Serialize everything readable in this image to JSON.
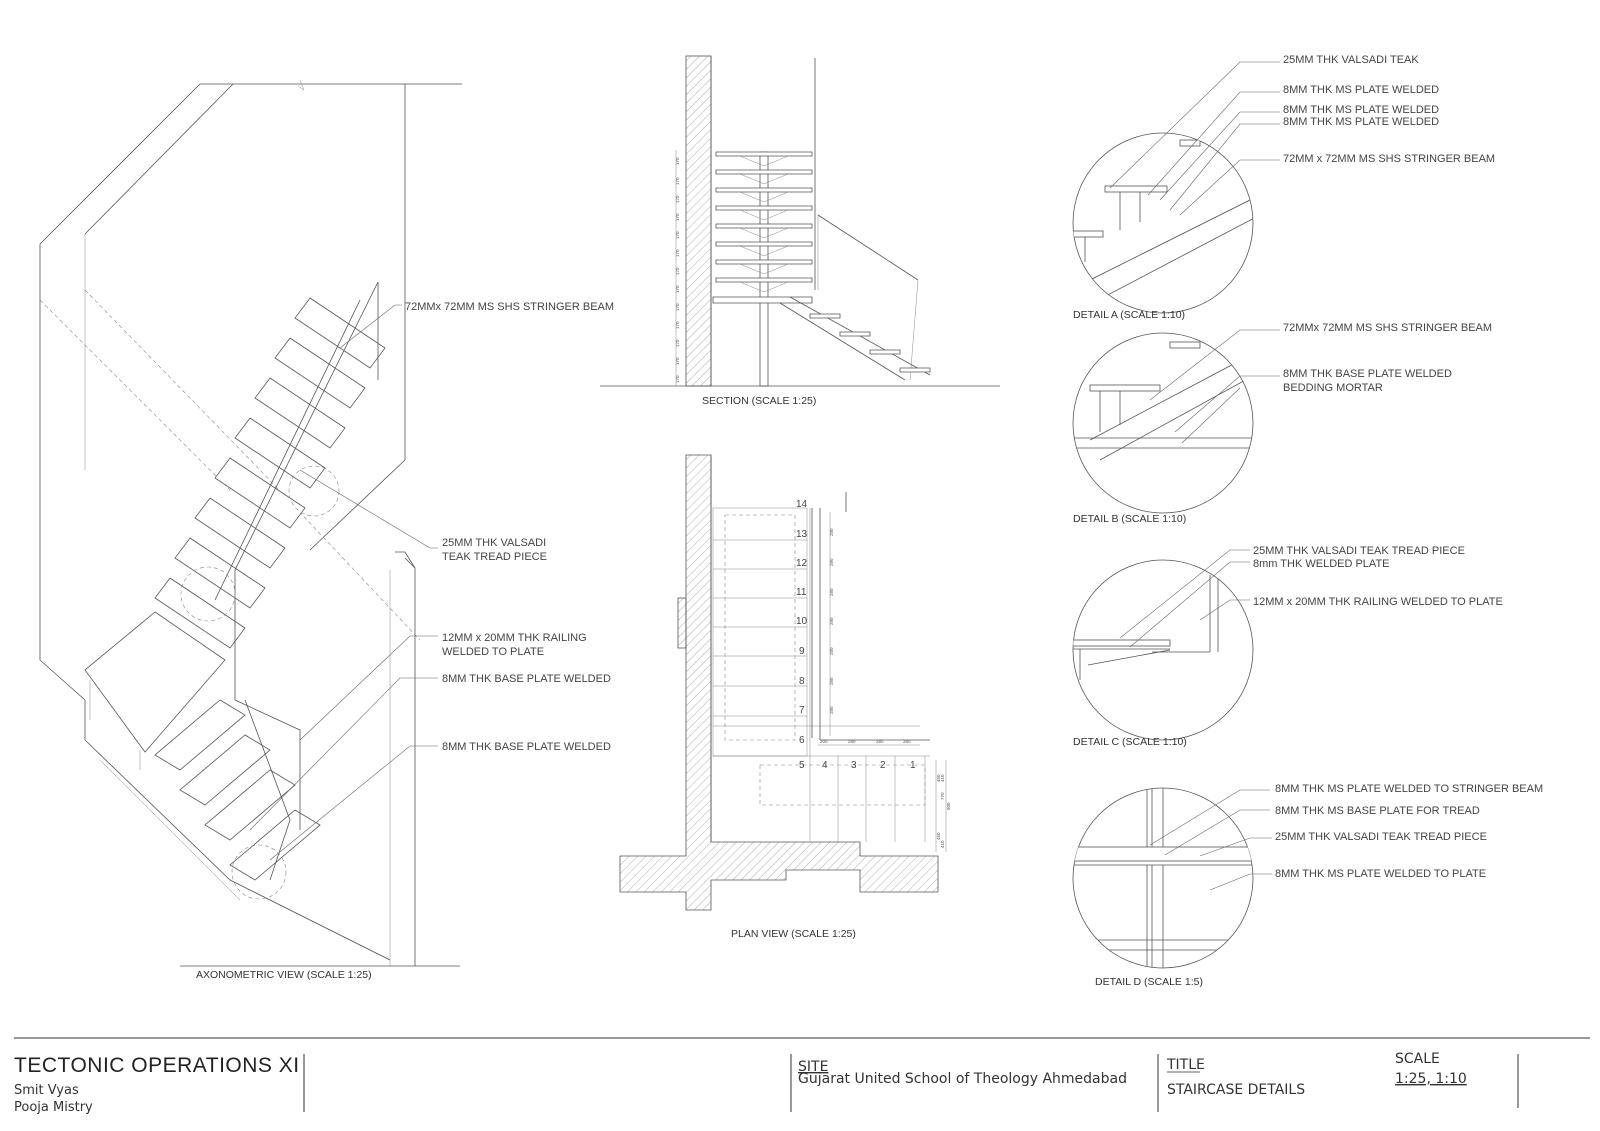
{
  "views": {
    "axonometric": {
      "caption": "AXONOMETRIC VIEW  (SCALE 1:25)",
      "labels": [
        "72MMx 72MM MS SHS STRINGER BEAM",
        "25MM THK VALSADI",
        "TEAK TREAD PIECE",
        "12MM x 20MM THK RAILING",
        "WELDED TO PLATE",
        "8MM THK BASE PLATE WELDED",
        "8MM THK BASE PLATE WELDED"
      ]
    },
    "section": {
      "caption": "SECTION (SCALE 1:25)",
      "dimension": "170"
    },
    "plan": {
      "caption": "PLAN VIEW (SCALE 1:25)",
      "step_numbers": [
        "14",
        "13",
        "12",
        "11",
        "10",
        "9",
        "8",
        "7",
        "6",
        "5",
        "4",
        "3",
        "2",
        "1"
      ],
      "dims_vertical": "280",
      "dims_horizontal": [
        "200",
        "280",
        "280",
        "280"
      ],
      "dims_right": [
        "450",
        "410",
        "770",
        "900",
        "450",
        "410"
      ]
    },
    "detail_a": {
      "caption": "DETAIL A (SCALE 1:10)",
      "labels": [
        "25MM THK VALSADI TEAK",
        "8MM THK MS PLATE WELDED",
        "8MM THK MS PLATE WELDED",
        "8MM THK MS PLATE WELDED",
        "72MM x 72MM MS SHS STRINGER BEAM"
      ]
    },
    "detail_b": {
      "caption": "DETAIL B (SCALE 1:10)",
      "labels": [
        "72MMx 72MM MS SHS STRINGER BEAM",
        "8MM THK BASE PLATE WELDED",
        "BEDDING MORTAR"
      ]
    },
    "detail_c": {
      "caption": "DETAIL C (SCALE 1:10)",
      "labels": [
        "25MM THK VALSADI TEAK TREAD PIECE",
        "8mm THK WELDED PLATE",
        "12MM x 20MM THK RAILING WELDED TO PLATE"
      ]
    },
    "detail_d": {
      "caption": "DETAIL D (SCALE 1:5)",
      "labels": [
        "8MM THK MS PLATE WELDED TO STRINGER BEAM",
        "8MM THK MS BASE PLATE FOR TREAD",
        "25MM THK VALSADI TEAK TREAD PIECE",
        "8MM THK MS PLATE WELDED TO PLATE"
      ]
    }
  },
  "title_block": {
    "project": "TECTONIC OPERATIONS XI",
    "authors": [
      "Smit Vyas",
      "Pooja Mistry"
    ],
    "site_heading": "SITE",
    "site_value": "Gujarat United School of Theology Ahmedabad",
    "title_heading": "TITLE",
    "title_value": "STAIRCASE DETAILS",
    "scale_heading": "SCALE",
    "scale_value": "1:25, 1:10"
  }
}
